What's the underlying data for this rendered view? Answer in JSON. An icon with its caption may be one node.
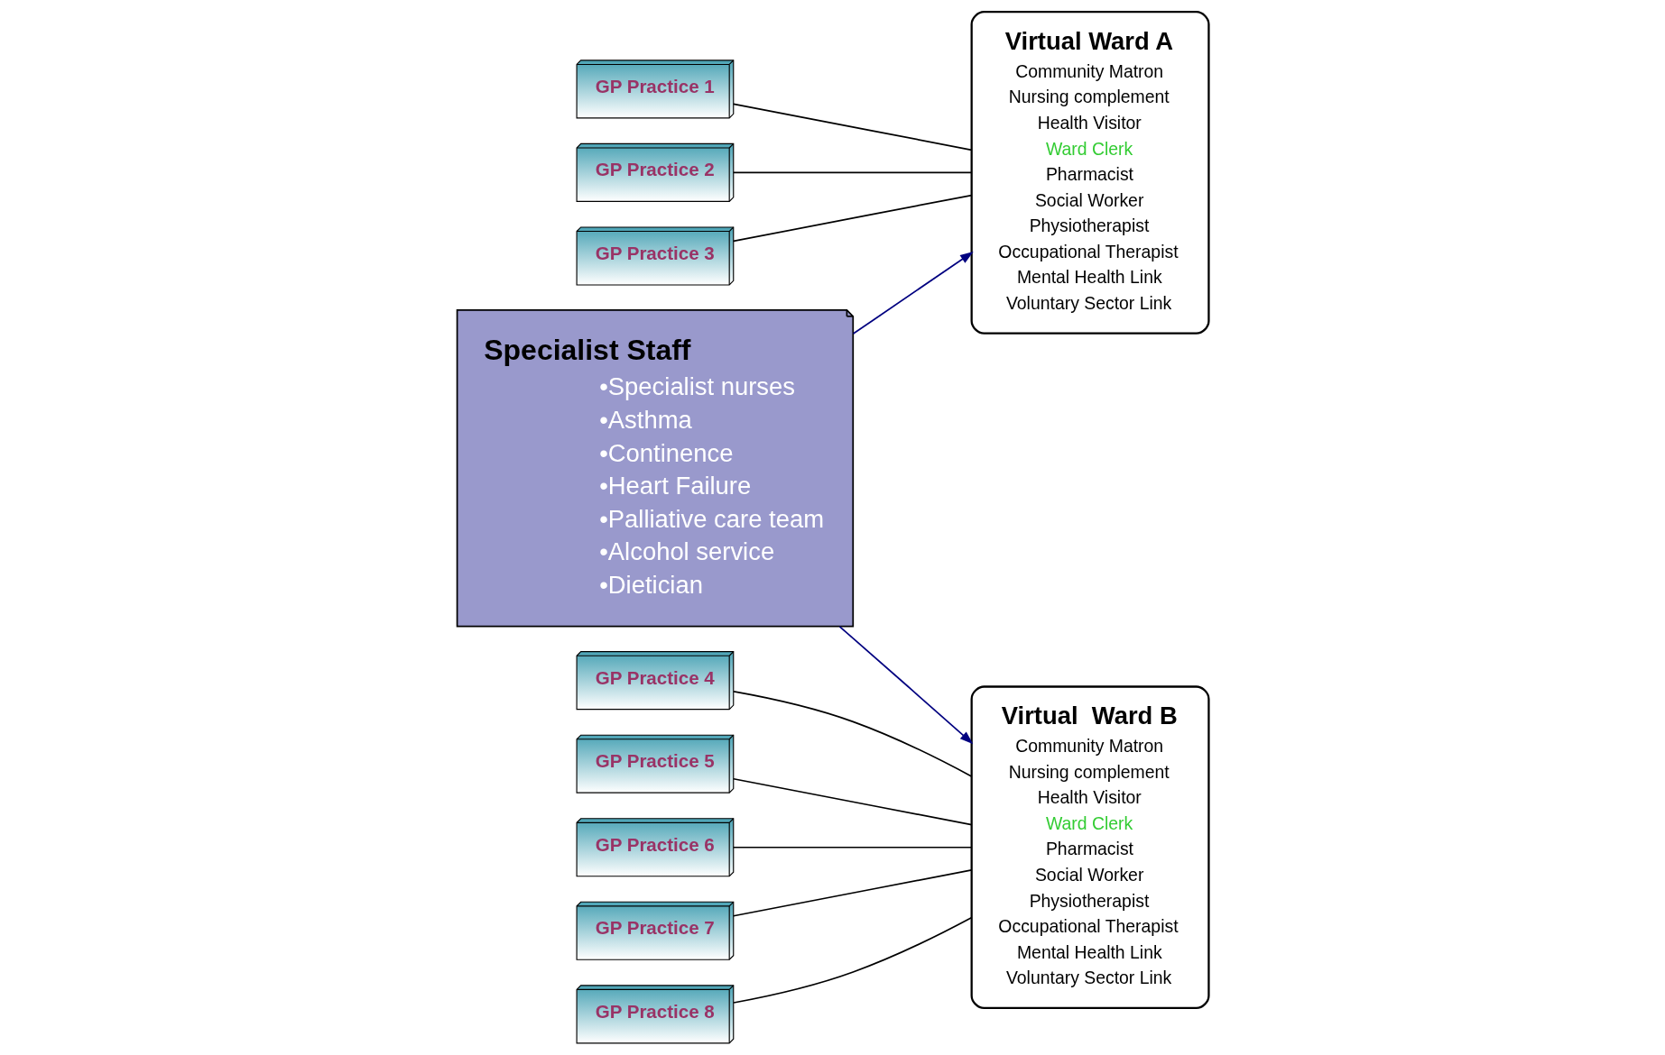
{
  "diagram": {
    "nodes": [
      {
        "text": [
          "GP Practice 1"
        ]
      },
      {
        "text": [
          "GP Practice 2"
        ]
      },
      {
        "text": [
          "GP Practice 3"
        ]
      },
      {
        "text": [
          "GP Practice 4"
        ]
      },
      {
        "text": [
          "GP Practice 5"
        ]
      },
      {
        "text": [
          "GP Practice 6"
        ]
      },
      {
        "text": [
          "GP Practice 7"
        ]
      },
      {
        "text": [
          "GP Practice 8"
        ]
      },
      {
        "text": [
          "Virtual Ward A",
          "Community Matron",
          "Nursing complement",
          "Health Visitor",
          "Ward Clerk",
          "Pharmacist",
          "Social Worker",
          "Physiotherapist",
          "Occupational Therapist",
          "Mental Health Link",
          "Voluntary Sector Link"
        ]
      },
      {
        "text": [
          "Virtual  Ward B",
          "Community Matron",
          "Nursing complement",
          "Health Visitor",
          "Ward Clerk",
          "Pharmacist",
          "Social Worker",
          "Physiotherapist",
          "Occupational Therapist",
          "Mental Health Link",
          "Voluntary Sector Link"
        ]
      },
      {
        "text": [
          "Specialist Staff",
          "•Specialist nurses",
          "•Asthma",
          "•Continence",
          "•Heart Failure",
          "•Palliative care team",
          "•Alcohol service",
          "•Dietician"
        ]
      }
    ],
    "edges": [
      {
        "from": 0,
        "to": 8,
        "arrow": "none"
      },
      {
        "from": 1,
        "to": 8,
        "arrow": "none"
      },
      {
        "from": 2,
        "to": 8,
        "arrow": "none"
      },
      {
        "from": 3,
        "to": 9,
        "arrow": "none"
      },
      {
        "from": 4,
        "to": 9,
        "arrow": "none"
      },
      {
        "from": 5,
        "to": 9,
        "arrow": "none"
      },
      {
        "from": 6,
        "to": 9,
        "arrow": "none"
      },
      {
        "from": 7,
        "to": 9,
        "arrow": "none"
      },
      {
        "from": 10,
        "to": 8,
        "arrow": "to",
        "color": "#000080"
      },
      {
        "from": 10,
        "to": 9,
        "arrow": "to",
        "color": "#000080"
      }
    ]
  }
}
